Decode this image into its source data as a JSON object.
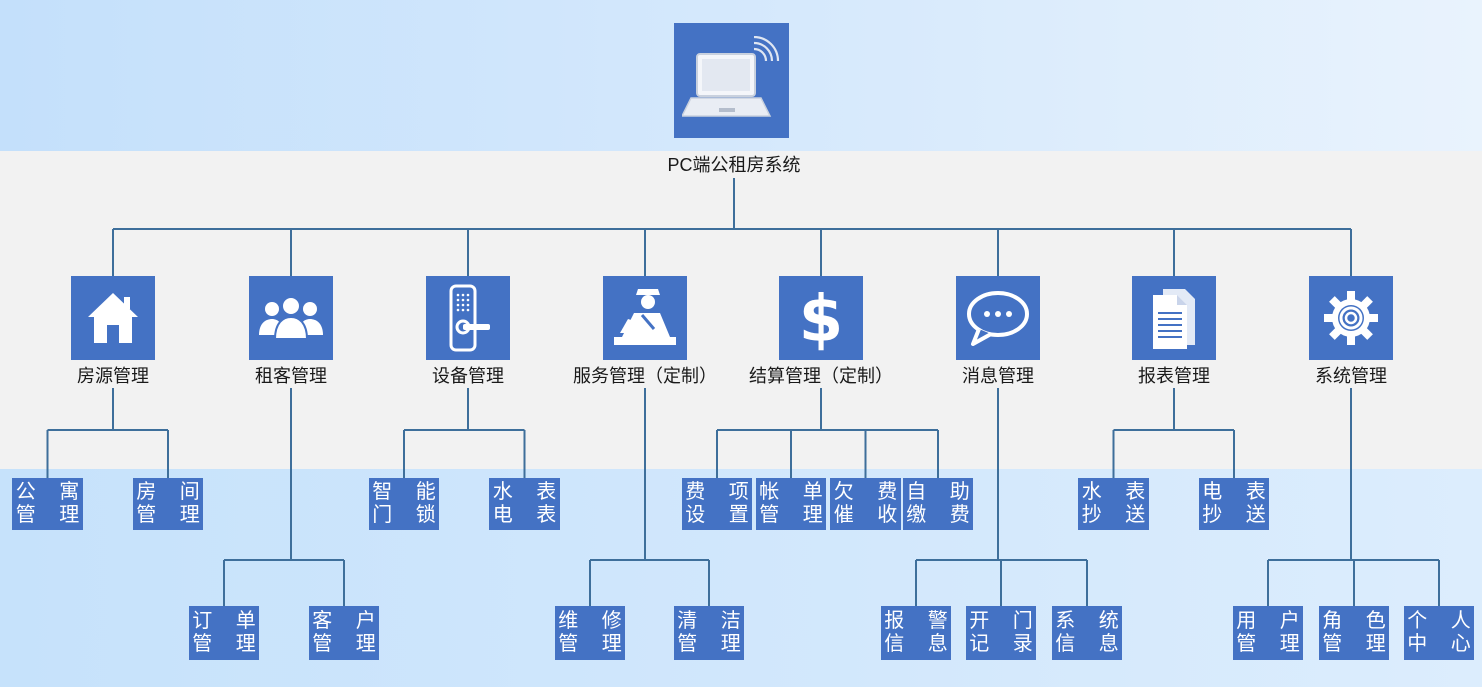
{
  "root": {
    "label": "PC端公租房系统",
    "icon": "laptop-wifi-icon"
  },
  "modules": [
    {
      "id": "house",
      "label": "房源管理",
      "icon": "house-icon",
      "leaves": [
        [
          "公 寓",
          "管 理"
        ],
        [
          "房 间",
          "管 理"
        ]
      ]
    },
    {
      "id": "tenant",
      "label": "租客管理",
      "icon": "users-icon",
      "leaves": [
        [
          "订 单",
          "管 理"
        ],
        [
          "客 户",
          "管 理"
        ]
      ]
    },
    {
      "id": "device",
      "label": "设备管理",
      "icon": "smart-lock-icon",
      "leaves": [
        [
          "智 能",
          "门 锁"
        ],
        [
          "水 表",
          "电 表"
        ]
      ]
    },
    {
      "id": "service",
      "label": "服务管理（定制）",
      "icon": "service-person-icon",
      "leaves": [
        [
          "维 修",
          "管 理"
        ],
        [
          "清 洁",
          "管 理"
        ]
      ]
    },
    {
      "id": "settle",
      "label": "结算管理（定制）",
      "icon": "dollar-icon",
      "leaves": [
        [
          "费 项",
          "设 置"
        ],
        [
          "帐 单",
          "管 理"
        ],
        [
          "欠 费",
          "催 收"
        ],
        [
          "自 助",
          "缴 费"
        ]
      ]
    },
    {
      "id": "message",
      "label": "消息管理",
      "icon": "chat-bubble-icon",
      "leaves": [
        [
          "报 警",
          "信 息"
        ],
        [
          "开 门",
          "记 录"
        ],
        [
          "系 统",
          "信 息"
        ]
      ]
    },
    {
      "id": "report",
      "label": "报表管理",
      "icon": "document-icon",
      "leaves": [
        [
          "水 表",
          "抄 送"
        ],
        [
          "电 表",
          "抄 送"
        ]
      ]
    },
    {
      "id": "system",
      "label": "系统管理",
      "icon": "gear-icon",
      "leaves": [
        [
          "用 户",
          "管 理"
        ],
        [
          "角 色",
          "管 理"
        ],
        [
          "个 人",
          "中 心"
        ]
      ]
    }
  ],
  "colors": {
    "box": "#4472c4",
    "line": "#3e6f9b",
    "top_band": "#c4e0fb",
    "mid_band": "#f2f2f2",
    "bottom_band": "#c6e2fb"
  }
}
